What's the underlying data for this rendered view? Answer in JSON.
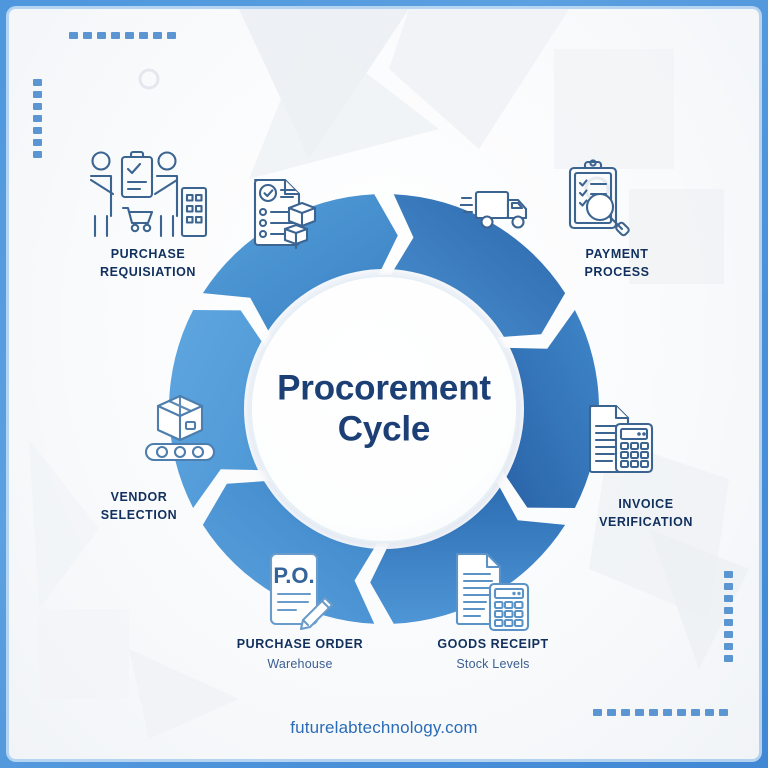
{
  "meta": {
    "title": "Procorement Cycle",
    "frame_border_color": "#4a90d9",
    "background_color": "#f5f7f9"
  },
  "center": {
    "line1": "Procorement",
    "line2": "Cycle",
    "text_color": "#1c3f76"
  },
  "steps": [
    {
      "id": "purchase-requisition",
      "label_line1": "PURCHASE",
      "label_line2": "REQUISIATION",
      "sublabel": "",
      "icon": "people-clipboard-cart-icon",
      "segment_color_from": "#2f6fb5",
      "segment_color_to": "#3d84c8"
    },
    {
      "id": "payment-process",
      "label_line1": "PAYMENT",
      "label_line2": "PROCESS",
      "sublabel": "",
      "icon": "clipboard-magnifier-icon",
      "segment_color_from": "#2a65ab",
      "segment_color_to": "#3b7fc2"
    },
    {
      "id": "invoice-verification",
      "label_line1": "INVOICE",
      "label_line2": "VERIFICATION",
      "sublabel": "",
      "icon": "document-calculator-icon",
      "segment_color_from": "#2d6cb2",
      "segment_color_to": "#4b93d4"
    },
    {
      "id": "goods-receipt",
      "label_line1": "GOODS RECEIPT",
      "label_line2": "",
      "sublabel": "Stock Levels",
      "icon": "receipt-calculator-icon",
      "segment_color_from": "#3f87ca",
      "segment_color_to": "#5aa1dd"
    },
    {
      "id": "purchase-order",
      "label_line1": "PURCHASE ORDER",
      "label_line2": "",
      "sublabel": "Warehouse",
      "icon": "po-document-pencil-icon",
      "segment_color_from": "#4892d0",
      "segment_color_to": "#5ea5df"
    },
    {
      "id": "vendor-selection",
      "label_line1": "VENDOR",
      "label_line2": "SELECTION",
      "sublabel": "",
      "icon": "box-conveyor-icon",
      "segment_color_from": "#4e9ad8",
      "segment_color_to": "#3b80c4"
    }
  ],
  "floating_icons": [
    {
      "id": "checklist-boxes",
      "icon": "checklist-packages-icon"
    },
    {
      "id": "delivery-truck",
      "icon": "delivery-truck-icon"
    }
  ],
  "decorations": {
    "dot_color": "#5b95d2",
    "top_left_row_count": 8,
    "top_left_column_count": 7,
    "bottom_right_column_count": 8,
    "bottom_right_row_count": 10
  },
  "footer": {
    "url": "futurelabtechnology.com",
    "color": "#2b6cb8"
  }
}
